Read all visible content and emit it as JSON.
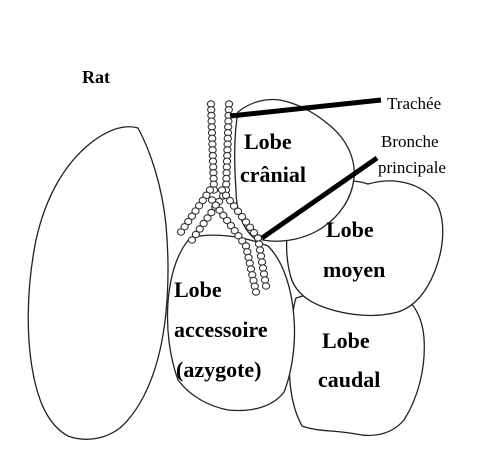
{
  "title": "Rat",
  "labels": {
    "trachee": "Trachée",
    "bronche_1": "Bronche",
    "bronche_2": "principale",
    "cranial_1": "Lobe",
    "cranial_2": "crânial",
    "moyen_1": "Lobe",
    "moyen_2": "moyen",
    "accessoire_1": "Lobe",
    "accessoire_2": "accessoire",
    "accessoire_3": "(azygote)",
    "caudal_1": "Lobe",
    "caudal_2": "caudal"
  },
  "colors": {
    "outline": "#222222",
    "leader": "#000000",
    "background": "#ffffff"
  }
}
